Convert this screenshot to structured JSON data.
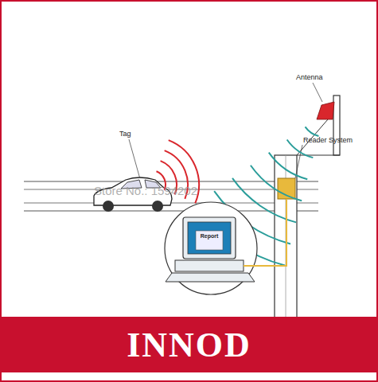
{
  "diagram": {
    "nodes": [
      {
        "text": [
          "INNOD"
        ]
      }
    ],
    "labels": [
      "Antenna",
      "Tag",
      "Reader System",
      "Report",
      "Store No.: 1594202"
    ]
  }
}
